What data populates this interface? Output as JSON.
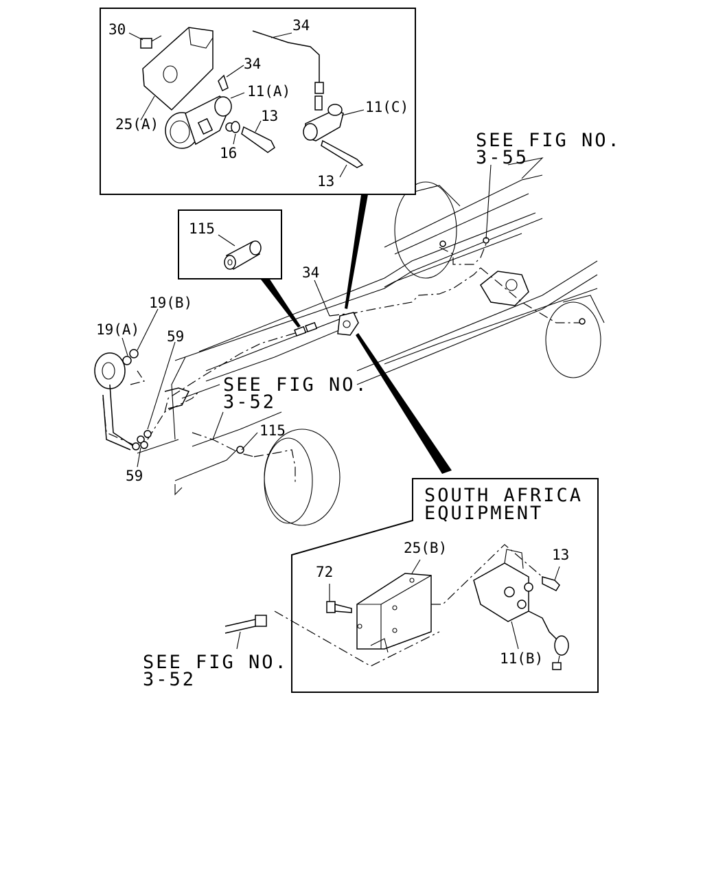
{
  "labels": {
    "p30": "30",
    "p34_top": "34",
    "p34_mid": "34",
    "p11a": "11(A)",
    "p25a": "25(A)",
    "p13_a": "13",
    "p16": "16",
    "p11c": "11(C)",
    "p13_b": "13",
    "p115_box": "115",
    "p34_frame": "34",
    "p19b": "19(B)",
    "p19a": "19(A)",
    "p59_top": "59",
    "p59_bottom": "59",
    "p115_frame": "115",
    "p25b": "25(B)",
    "p72": "72",
    "p13_c": "13",
    "p11b": "11(B)"
  },
  "references": {
    "see_55_line1": "SEE FIG NO.",
    "see_55_line2": "3-55",
    "see_52a_line1": "SEE FIG NO.",
    "see_52a_line2": "3-52",
    "see_52b_line1": "SEE FIG NO.",
    "see_52b_line2": "3-52"
  },
  "south_africa": {
    "line1": "SOUTH AFRICA",
    "line2": "EQUIPMENT"
  }
}
